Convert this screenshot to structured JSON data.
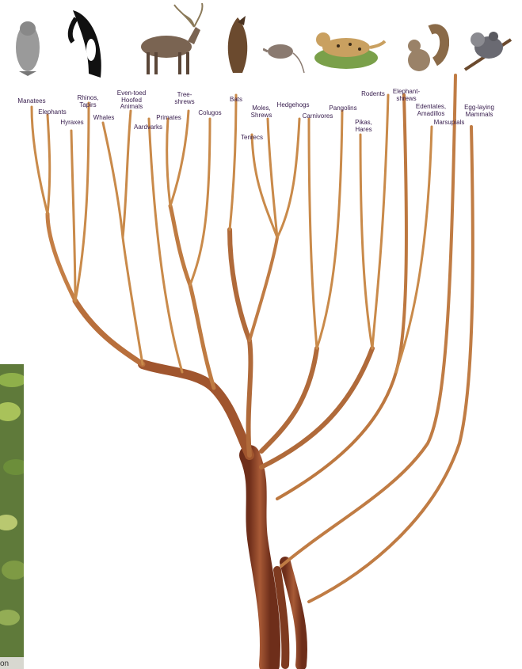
{
  "labels": {
    "manatees": "Manatees",
    "elephants": "Elephants",
    "hyraxes": "Hyraxes",
    "rhinos_tapirs": "Rhinos,\nTapirs",
    "whales": "Whales",
    "even_toed": "Even-toed\nHoofed\nAnimals",
    "aardvarks": "Aardvarks",
    "primates": "Primates",
    "treeshrews": "Tree-\nshrews",
    "colugos": "Colugos",
    "bats": "Bats",
    "tenrecs": "Tenrecs",
    "moles_shrews": "Moles,\nShrews",
    "hedgehogs": "Hedgehogs",
    "carnivores": "Carnivores",
    "pangolins": "Pangolins",
    "pikas_hares": "Pikas,\nHares",
    "rodents": "Rodents",
    "elephant_shrews": "Elephant-\nshrews",
    "edentates": "Edentates,\nAmadillos",
    "marsupials": "Marsupials",
    "egg_laying": "Egg-laying\nMammals"
  },
  "corner_text": "on",
  "colors": {
    "trunk": "#8a3f24",
    "branch": "#c98a4a",
    "label": "#3a2050"
  }
}
